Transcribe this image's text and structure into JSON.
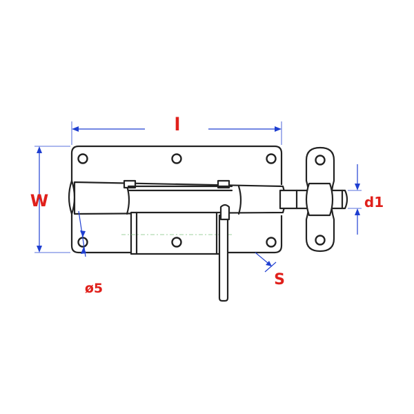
{
  "labels": {
    "length": "l",
    "width": "W",
    "bolt_diameter": "d1",
    "hole_diameter": "ø5",
    "thickness": "S"
  },
  "colors": {
    "label": "#e0201b",
    "dimension_line": "#1f3fd1",
    "outline": "#222222",
    "background": "#ffffff"
  }
}
